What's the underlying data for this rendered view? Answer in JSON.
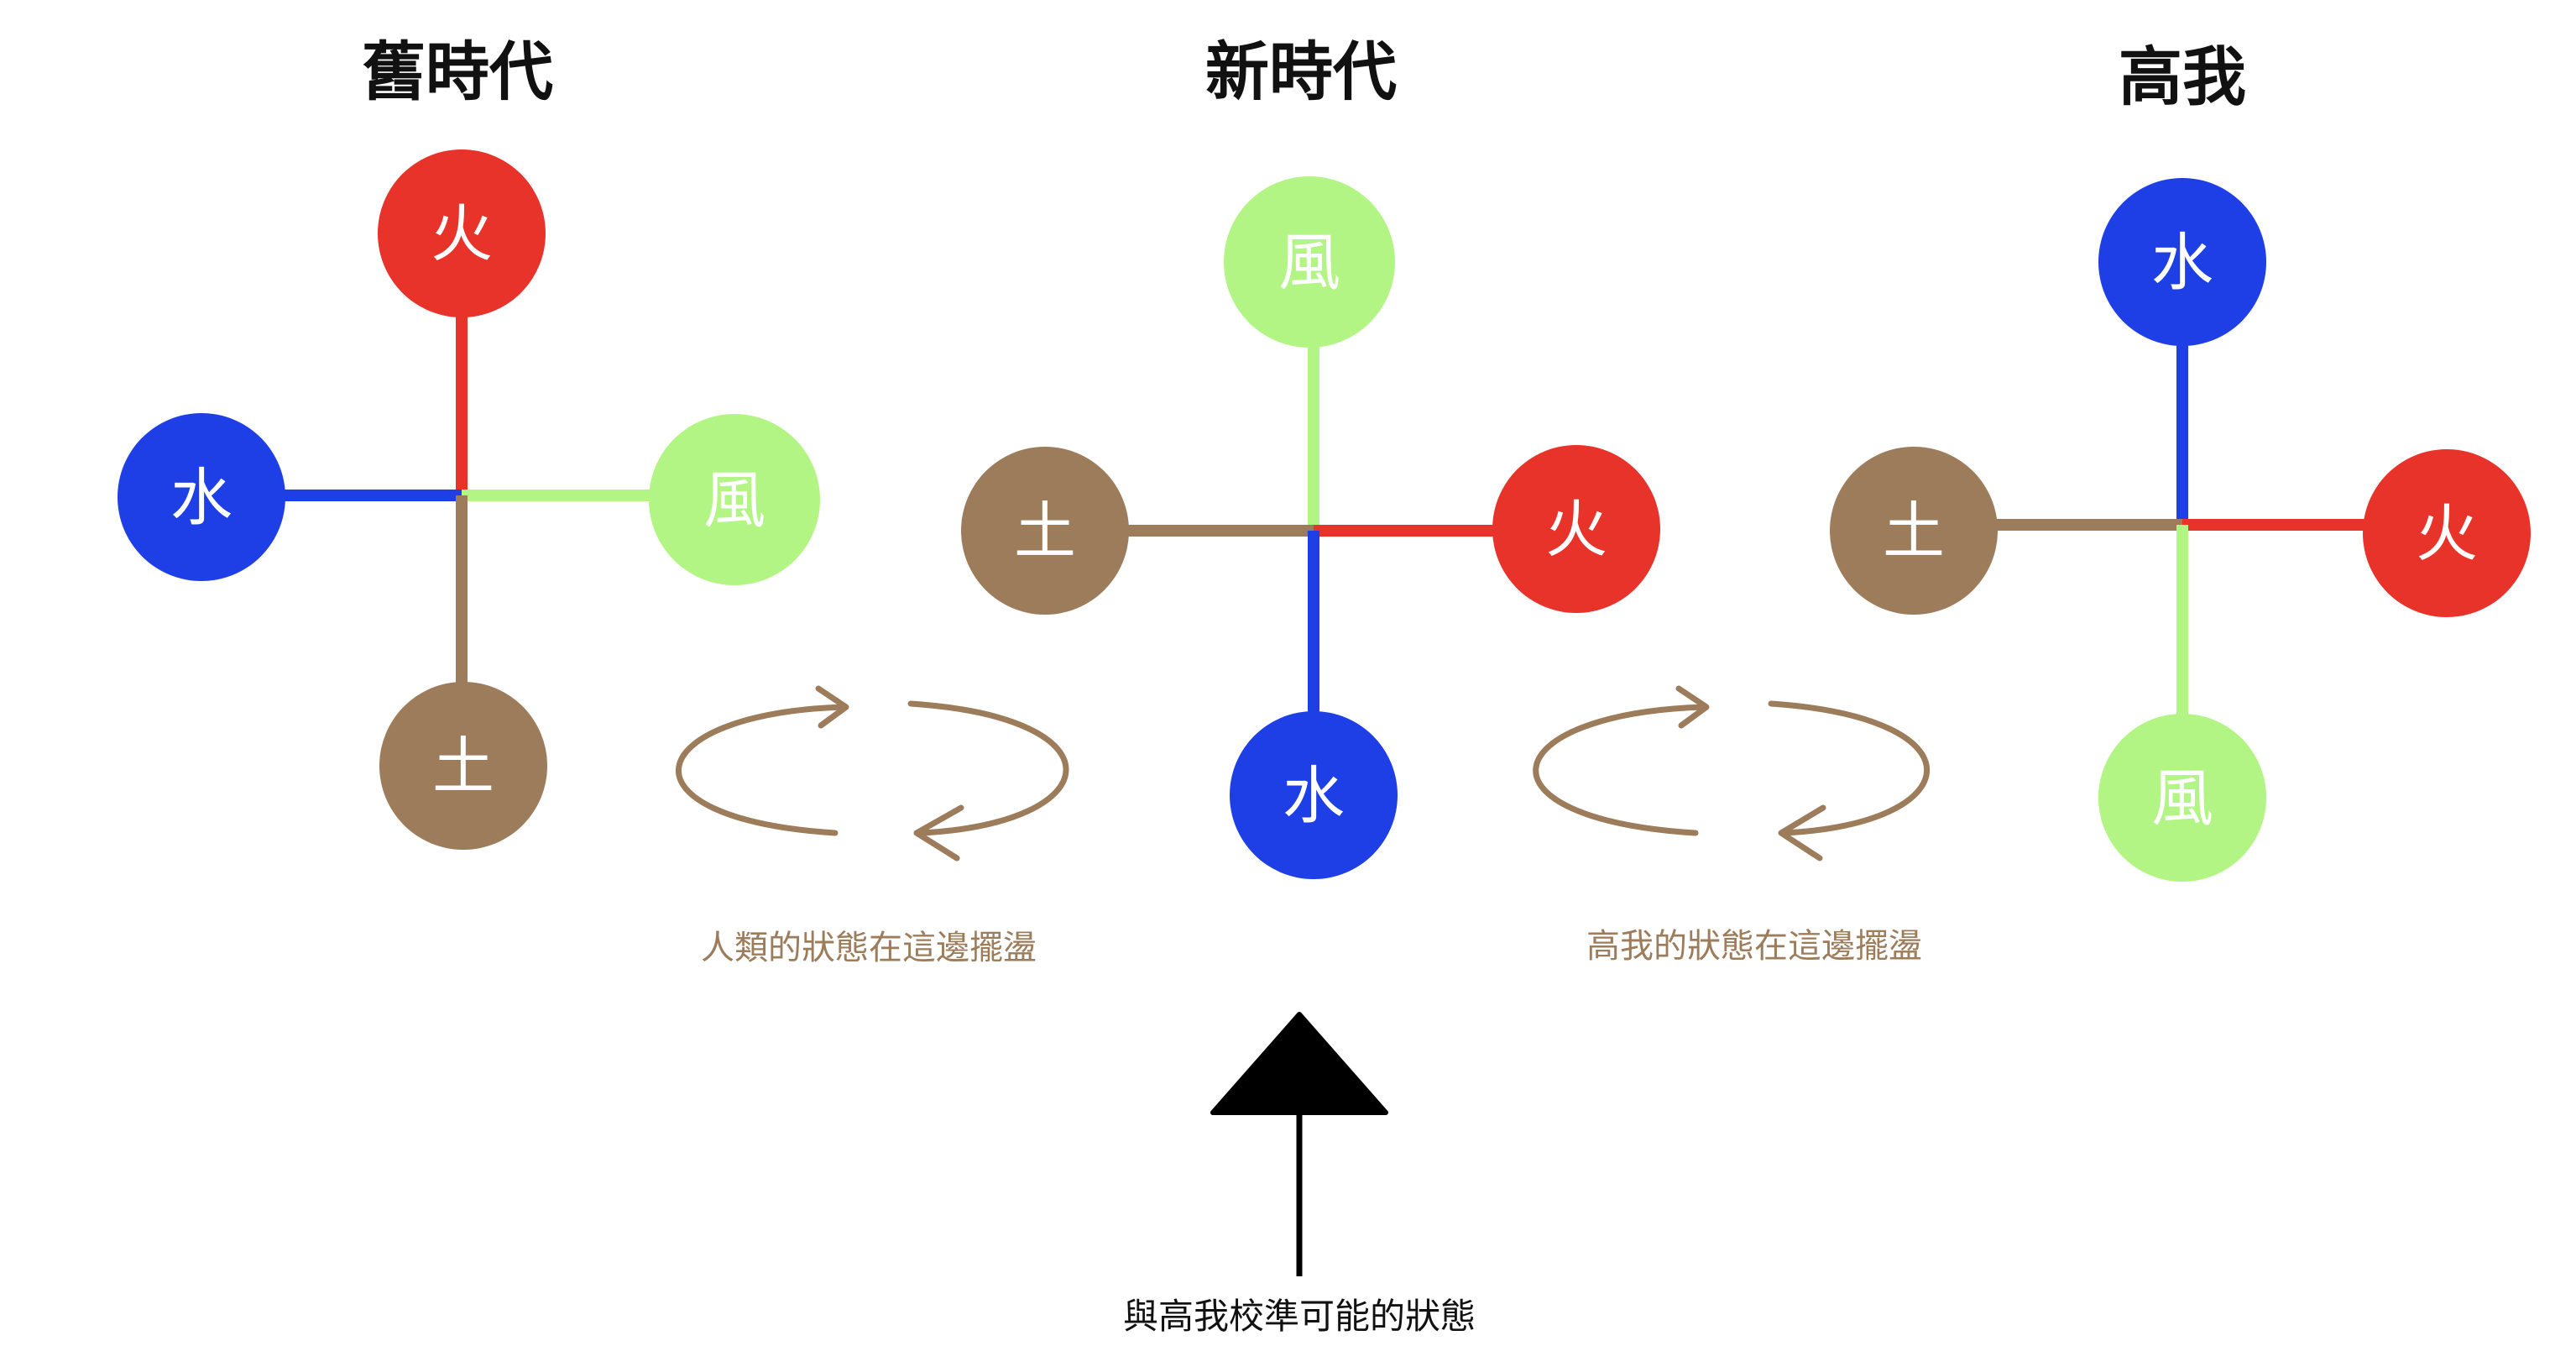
{
  "colors": {
    "fire": "#e8332a",
    "water": "#1f3fe6",
    "wind": "#b2f584",
    "earth": "#9c7c5a",
    "cycle_arrow": "#9c7c5a",
    "pointer": "#000000"
  },
  "diagrams": [
    {
      "id": "old-era",
      "title": "舊時代",
      "nodes": {
        "top": {
          "label": "火",
          "element": "fire"
        },
        "left": {
          "label": "水",
          "element": "water"
        },
        "right": {
          "label": "風",
          "element": "wind"
        },
        "bottom": {
          "label": "土",
          "element": "earth"
        }
      }
    },
    {
      "id": "new-era",
      "title": "新時代",
      "nodes": {
        "top": {
          "label": "風",
          "element": "wind"
        },
        "left": {
          "label": "土",
          "element": "earth"
        },
        "right": {
          "label": "火",
          "element": "fire"
        },
        "bottom": {
          "label": "水",
          "element": "water"
        }
      }
    },
    {
      "id": "higher-self",
      "title": "高我",
      "nodes": {
        "top": {
          "label": "水",
          "element": "water"
        },
        "left": {
          "label": "土",
          "element": "earth"
        },
        "right": {
          "label": "火",
          "element": "fire"
        },
        "bottom": {
          "label": "風",
          "element": "wind"
        }
      }
    }
  ],
  "captions": {
    "human_state": "人類的狀態在這邊擺盪",
    "higher_self_state": "高我的狀態在這邊擺盪",
    "calibration": "與高我校準可能的狀態"
  }
}
